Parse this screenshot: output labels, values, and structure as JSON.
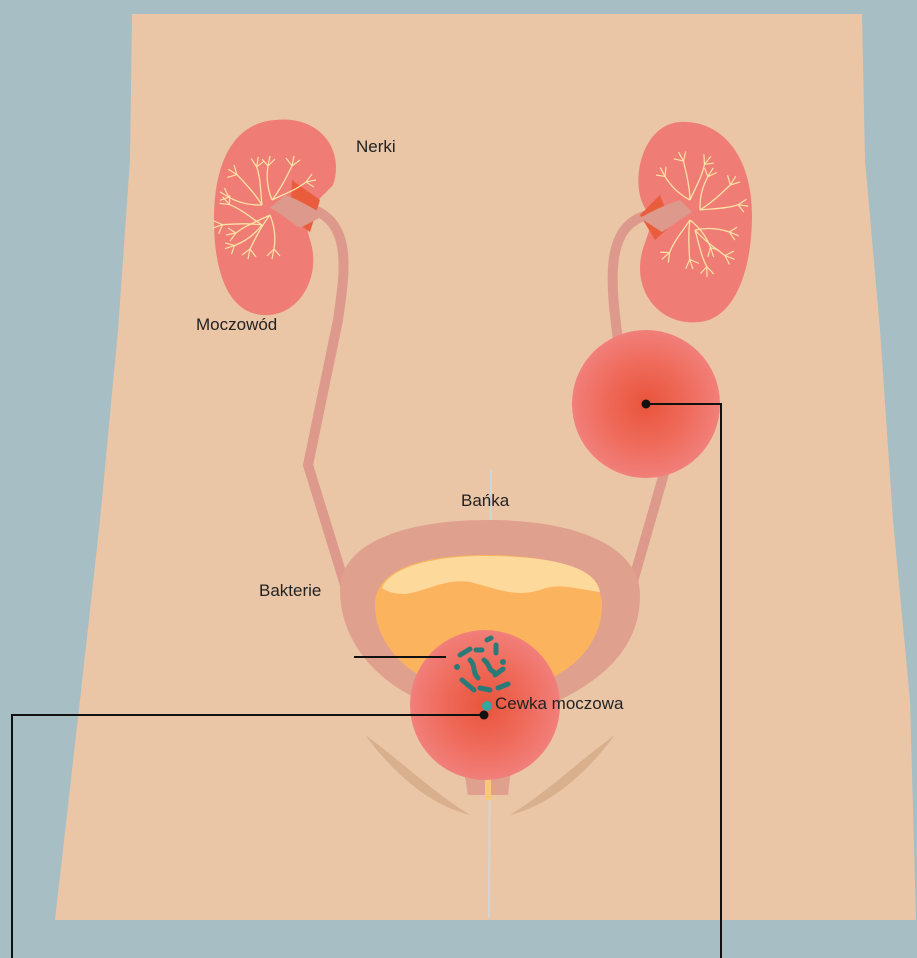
{
  "labels": {
    "kidneys": "Nerki",
    "ureter": "Moczowód",
    "bladder": "Bańka",
    "bacteria": "Bakterie",
    "urethra": "Cewka moczowa"
  },
  "colors": {
    "background": "#a6bec4",
    "skin": "#ebc6a6",
    "kidney": "#ef7d76",
    "kidney_vessels": "#fde2a4",
    "ureter": "#dd998b",
    "bladder_wall": "#e0a08e",
    "urine": "#fbb45d",
    "urine_light": "#fdd99c",
    "inflammation": "#ef7a78",
    "bacteria": "#2b7a78",
    "leader_line": "#111111"
  }
}
